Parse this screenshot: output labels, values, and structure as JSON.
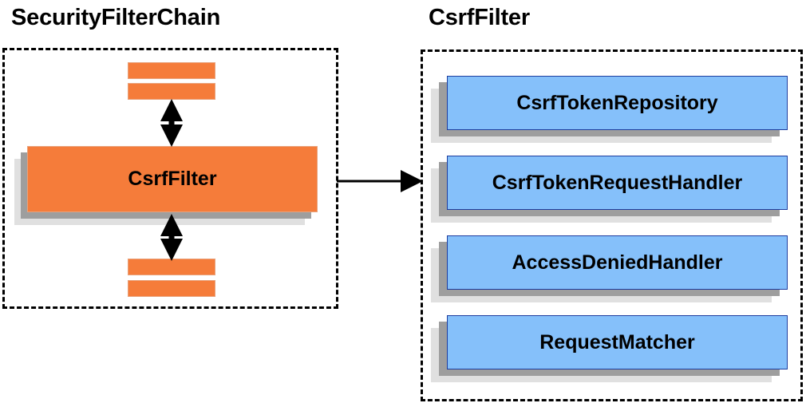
{
  "diagram": {
    "title_left": "SecurityFilterChain",
    "title_right": "CsrfFilter",
    "colors": {
      "orange_fill": "#f57c3a",
      "orange_border": "#e8a27c",
      "blue_fill": "#85c0fa",
      "blue_border": "#1e3d9e",
      "shadow_mid": "#9e9e9e",
      "shadow_back": "#e0e0e0",
      "outline": "#000000",
      "background": "#ffffff"
    }
  },
  "security_filter_chain": {
    "group_label": "SecurityFilterChain",
    "focused_filter": {
      "label": "CsrfFilter"
    },
    "filters_above": [
      {
        "label": ""
      },
      {
        "label": ""
      }
    ],
    "filters_below": [
      {
        "label": ""
      },
      {
        "label": ""
      }
    ],
    "connectors": [
      {
        "name": "above-to-csrffilter",
        "kind": "double-arrow",
        "orientation": "vertical"
      },
      {
        "name": "csrffilter-to-below",
        "kind": "double-arrow",
        "orientation": "vertical"
      }
    ]
  },
  "csrf_filter": {
    "group_label": "CsrfFilter",
    "collaborators": [
      {
        "label": "CsrfTokenRepository"
      },
      {
        "label": "CsrfTokenRequestHandler"
      },
      {
        "label": "AccessDeniedHandler"
      },
      {
        "label": "RequestMatcher"
      }
    ]
  },
  "cross_panel_connector": {
    "name": "securityfilterchain-to-csrffilter",
    "kind": "single-arrow",
    "orientation": "horizontal"
  }
}
